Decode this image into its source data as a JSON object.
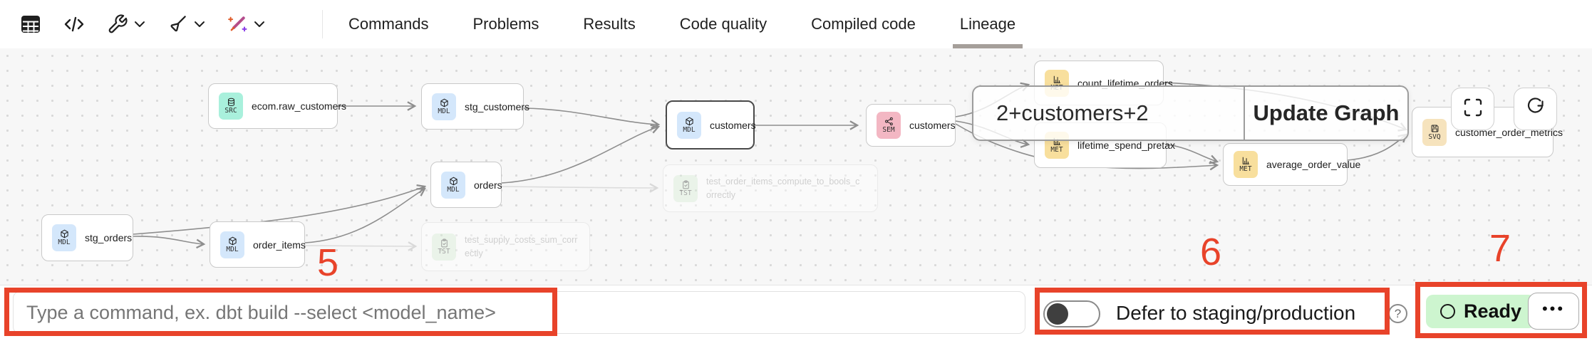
{
  "toolbar": {
    "icons": [
      {
        "name": "table-view-icon"
      },
      {
        "name": "code-icon"
      },
      {
        "name": "wrench-icon",
        "has_dropdown": true
      },
      {
        "name": "broom-icon",
        "has_dropdown": true
      },
      {
        "name": "ai-pen-icon",
        "has_dropdown": true
      }
    ]
  },
  "tabs": {
    "items": [
      {
        "label": "Commands"
      },
      {
        "label": "Problems"
      },
      {
        "label": "Results"
      },
      {
        "label": "Code quality"
      },
      {
        "label": "Compiled code"
      },
      {
        "label": "Lineage"
      }
    ],
    "active": "Lineage"
  },
  "lineage": {
    "nodes": [
      {
        "badge": "SRC",
        "label": "ecom.raw_customers"
      },
      {
        "badge": "MDL",
        "label": "stg_customers"
      },
      {
        "badge": "MDL",
        "label": "customers",
        "selected": true
      },
      {
        "badge": "SEM",
        "label": "customers"
      },
      {
        "badge": "MDL",
        "label": "orders"
      },
      {
        "badge": "MDL",
        "label": "stg_orders"
      },
      {
        "badge": "MDL",
        "label": "order_items"
      },
      {
        "badge": "TST",
        "label": "test_order_items_compute_to_bools_correctly",
        "faded": true
      },
      {
        "badge": "TST",
        "label": "test_supply_costs_sum_correctly",
        "faded": true
      },
      {
        "badge": "MET",
        "label": "count_lifetime_orders"
      },
      {
        "badge": "MET",
        "label": "lifetime_spend_pretax"
      },
      {
        "badge": "MET",
        "label": "average_order_value"
      },
      {
        "badge": "SVQ",
        "label": "customer_order_metrics"
      }
    ],
    "selector": {
      "value": "2+customers+2",
      "update_button": "Update Graph"
    },
    "controls": [
      {
        "name": "fullscreen-button"
      },
      {
        "name": "refresh-button"
      }
    ]
  },
  "statusbar": {
    "command_input": {
      "placeholder": "Type a command, ex. dbt build --select <model_name>",
      "value": ""
    },
    "defer_toggle": {
      "label": "Defer to staging/production",
      "state": "off"
    },
    "help_label": "?",
    "status_button": {
      "label": "Ready"
    },
    "menu_button": {
      "label": "•••"
    }
  },
  "annotations": {
    "five": "5",
    "six": "6",
    "seven": "7"
  },
  "colors": {
    "annotation_red": "#e8432a",
    "badge_src": "#a9f0dc",
    "badge_mdl": "#d4e7fb",
    "badge_sem": "#f3b7c3",
    "badge_met": "#f8df9d",
    "badge_tst": "#d9efd7",
    "badge_svq": "#f6e3bd",
    "ready_green": "#cdf5cf",
    "active_tab_underline": "#a59f9a"
  }
}
